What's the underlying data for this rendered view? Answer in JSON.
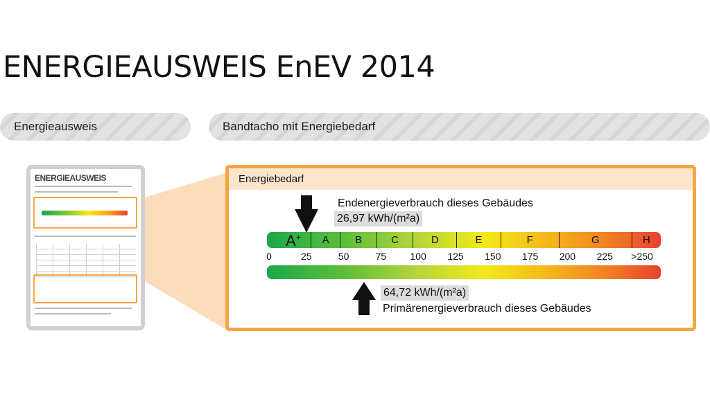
{
  "title": "ENERGIEAUSWEIS EnEV 2014",
  "tabs": {
    "left": "Energieausweis",
    "right": "Bandtacho mit Energiebedarf"
  },
  "thumbnail": {
    "heading": "ENERGIEAUSWEIS"
  },
  "panel": {
    "header": "Energiebedarf",
    "end_energy_label": "Endenergieverbrauch dieses Gebäudes",
    "end_energy_value": "26,97 kWh/(m²a)",
    "primary_energy_value": "64,72 kWh/(m²a)",
    "primary_energy_label": "Primärenergieverbrauch dieses Gebäudes",
    "classes": [
      "A+",
      "A",
      "B",
      "C",
      "D",
      "E",
      "F",
      "G",
      "H"
    ],
    "ticks": [
      "0",
      "25",
      "50",
      "75",
      "100",
      "125",
      "150",
      "175",
      "200",
      "225",
      ">250"
    ],
    "end_energy_kwh": 26.97,
    "primary_energy_kwh": 64.72
  },
  "colors": {
    "accent_orange": "#f7a543",
    "header_fill": "#fde5cc",
    "scale_green": "#1aa84a",
    "scale_yellow": "#f2ea1a",
    "scale_red": "#e84030"
  }
}
